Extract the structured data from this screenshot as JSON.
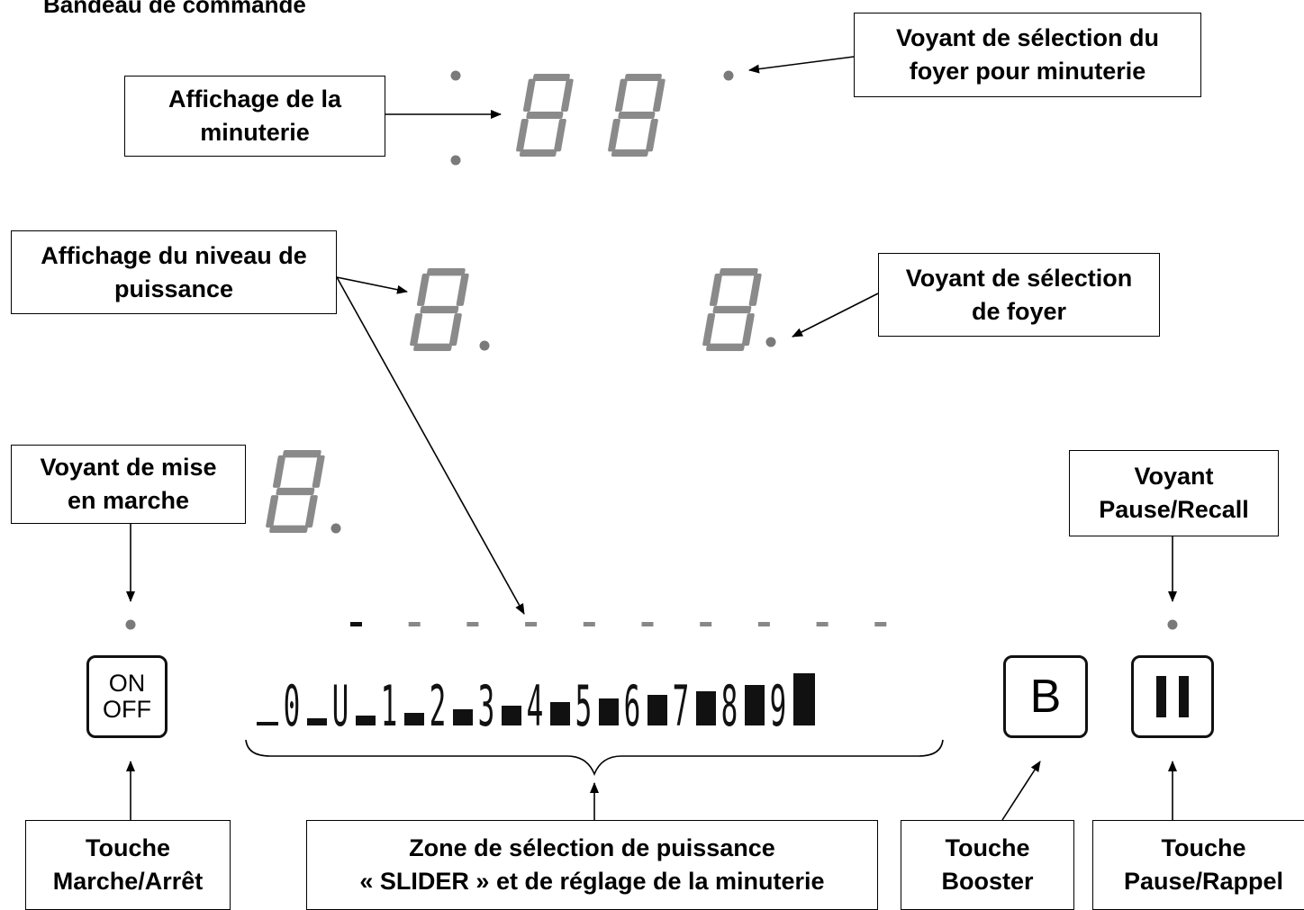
{
  "title": "Bandeau de commande",
  "labels": {
    "timer_display": "Affichage de la\nminuterie",
    "timer_zone_indicator": "Voyant de sélection du\nfoyer pour minuterie",
    "power_level_display": "Affichage du niveau de\npuissance",
    "zone_indicator": "Voyant de sélection\nde foyer",
    "power_on_indicator": "Voyant de mise\nen marche",
    "pause_indicator": "Voyant\nPause/Recall",
    "on_off_key": "Touche\nMarche/Arrêt",
    "slider_zone": "Zone de sélection de puissance\n« SLIDER » et de réglage de la minuterie",
    "booster_key": "Touche\nBooster",
    "pause_key": "Touche\nPause/Rappel"
  },
  "keys": {
    "on_off": "ON\nOFF",
    "booster": "B",
    "pause": "II"
  },
  "slider_levels": [
    "0",
    "U",
    "1",
    "2",
    "3",
    "4",
    "5",
    "6",
    "7",
    "8",
    "9"
  ],
  "colors": {
    "segment": "#8a8a8a",
    "indicator": "#7a7a7a",
    "slider_bar": "#111111"
  }
}
